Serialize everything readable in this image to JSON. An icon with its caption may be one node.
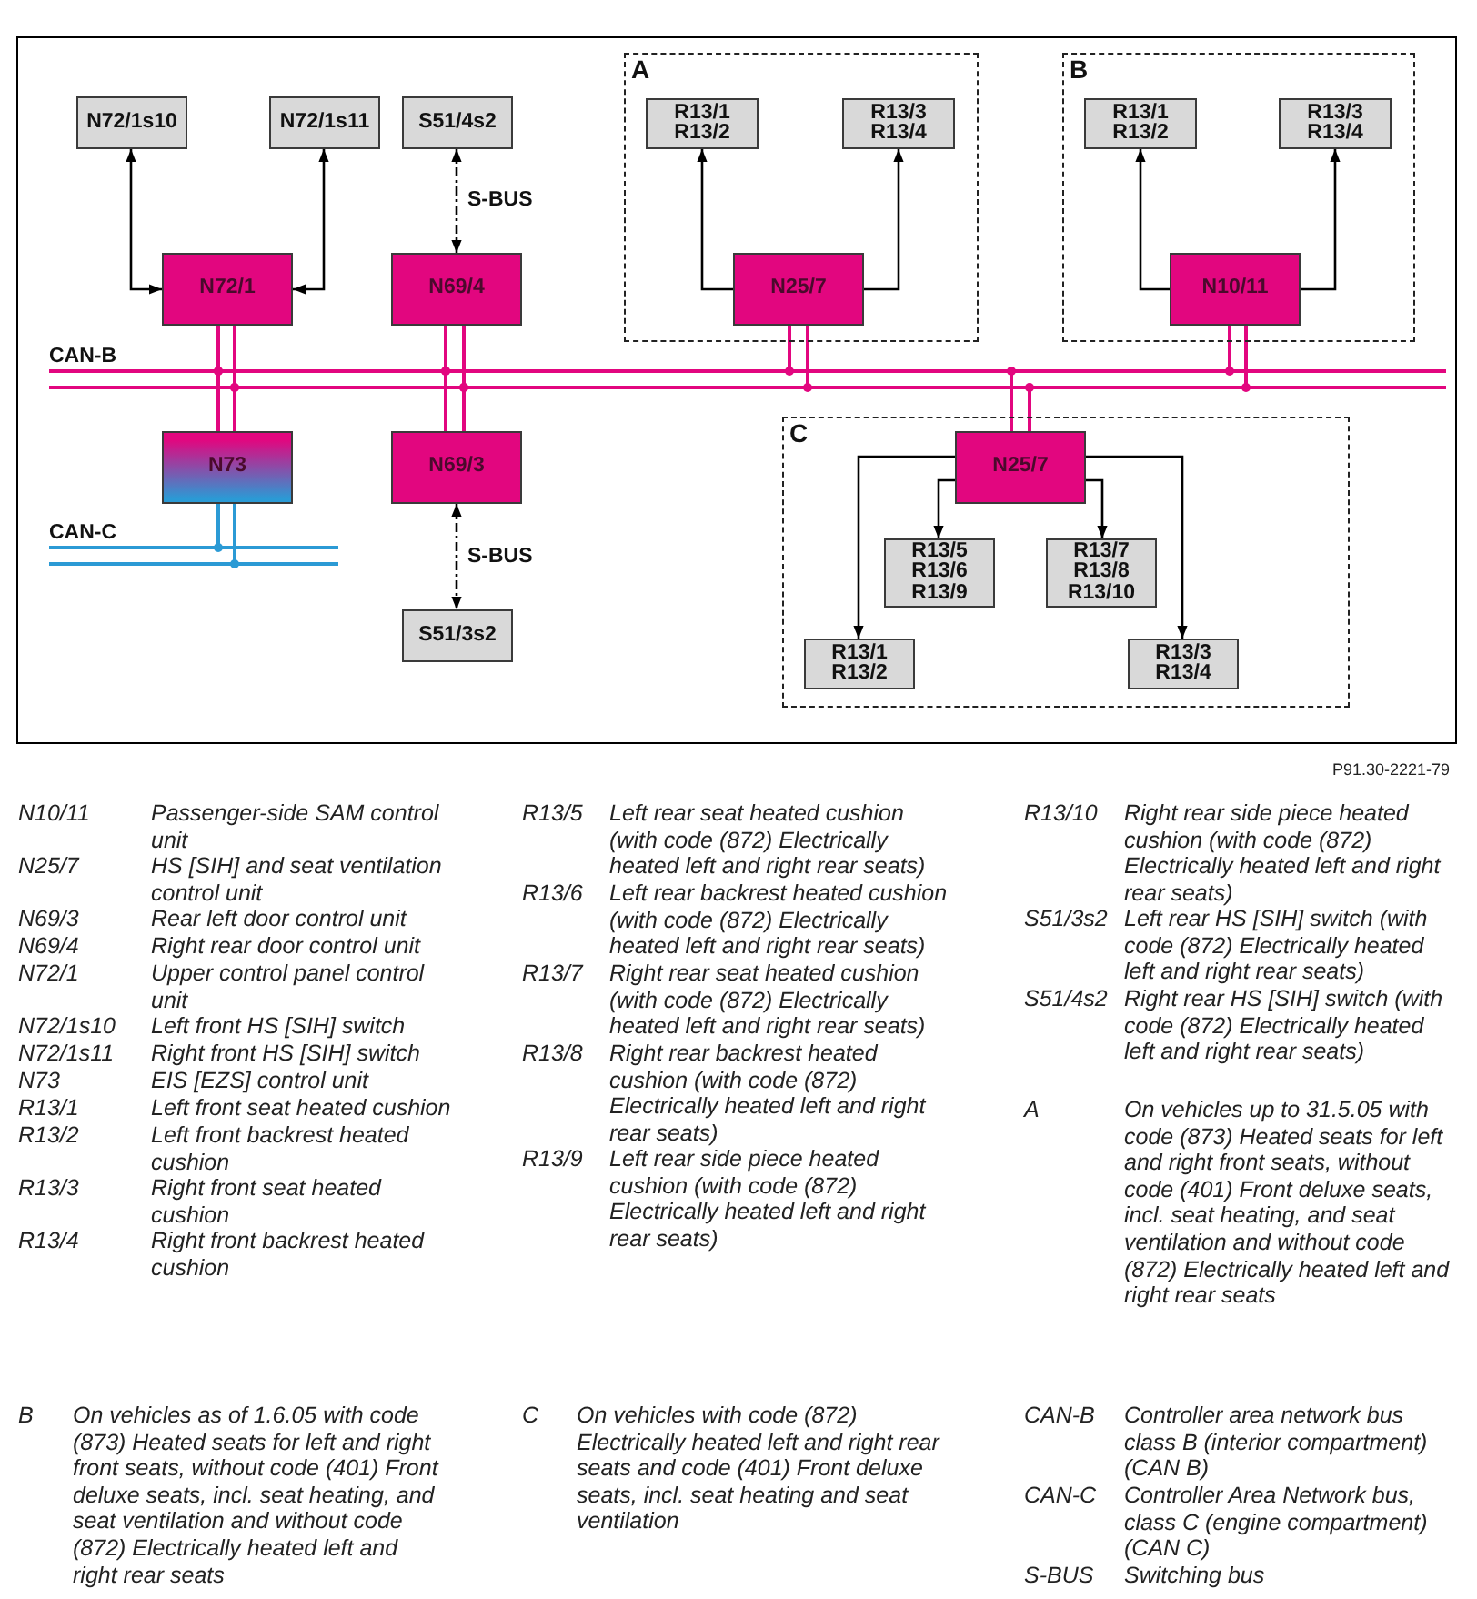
{
  "diagram": {
    "nodes": [
      {
        "text": [
          "N72/1s10"
        ]
      },
      {
        "text": [
          "N72/1s11"
        ]
      },
      {
        "text": [
          "S51/4s2"
        ]
      },
      {
        "text": [
          "A"
        ]
      },
      {
        "text": [
          "R13/1",
          "R13/2"
        ],
        "in": 3
      },
      {
        "text": [
          "R13/3",
          "R13/4"
        ],
        "in": 3
      },
      {
        "text": [
          "N25/7"
        ],
        "in": 3
      },
      {
        "text": [
          "B"
        ]
      },
      {
        "text": [
          "R13/1",
          "R13/2"
        ],
        "in": 7
      },
      {
        "text": [
          "R13/3",
          "R13/4"
        ],
        "in": 7
      },
      {
        "text": [
          "N10/11"
        ],
        "in": 7
      },
      {
        "text": [
          "N72/1"
        ]
      },
      {
        "text": [
          "N69/4"
        ]
      },
      {
        "text": [],
        "shape": "line",
        "beside": [
          "CAN-B"
        ]
      },
      {
        "text": [
          "N73"
        ]
      },
      {
        "text": [
          "N69/3"
        ]
      },
      {
        "text": [],
        "shape": "line",
        "beside": [
          "CAN-C"
        ]
      },
      {
        "text": [
          "S51/3s2"
        ]
      },
      {
        "text": [
          "C"
        ]
      },
      {
        "text": [
          "N25/7"
        ],
        "in": 18
      },
      {
        "text": [
          "R13/5",
          "R13/6",
          "R13/9"
        ],
        "in": 18
      },
      {
        "text": [
          "R13/7",
          "R13/8",
          "R13/10"
        ],
        "in": 18
      },
      {
        "text": [
          "R13/1",
          "R13/2"
        ],
        "in": 18
      },
      {
        "text": [
          "R13/3",
          "R13/4"
        ],
        "in": 18
      }
    ],
    "edges": [
      {
        "from": 11,
        "to": 0,
        "arrow": "both",
        "color": "#000000"
      },
      {
        "from": 11,
        "to": 1,
        "arrow": "both",
        "color": "#000000"
      },
      {
        "from": 12,
        "to": 2,
        "arrow": "both",
        "style": "dashed",
        "label": "S-BUS",
        "color": "#000000"
      },
      {
        "from": 6,
        "to": 4,
        "arrow": "to",
        "color": "#000000"
      },
      {
        "from": 6,
        "to": 5,
        "arrow": "to",
        "color": "#000000"
      },
      {
        "from": 10,
        "to": 8,
        "arrow": "to",
        "color": "#000000"
      },
      {
        "from": 10,
        "to": 9,
        "arrow": "to",
        "color": "#000000"
      },
      {
        "from": 11,
        "to": 13,
        "arrow": "other"
      },
      {
        "from": 11,
        "to": 13,
        "arrow": "other"
      },
      {
        "from": 12,
        "to": 13,
        "arrow": "other"
      },
      {
        "from": 12,
        "to": 13,
        "arrow": "other"
      },
      {
        "from": 6,
        "to": 13,
        "arrow": "other"
      },
      {
        "from": 6,
        "to": 13,
        "arrow": "other"
      },
      {
        "from": 10,
        "to": 13,
        "arrow": "other"
      },
      {
        "from": 10,
        "to": 13,
        "arrow": "other"
      },
      {
        "from": 14,
        "to": 13,
        "arrow": "other"
      },
      {
        "from": 14,
        "to": 13,
        "arrow": "other"
      },
      {
        "from": 15,
        "to": 13,
        "arrow": "other"
      },
      {
        "from": 15,
        "to": 13,
        "arrow": "other"
      },
      {
        "from": 19,
        "to": 13,
        "arrow": "other"
      },
      {
        "from": 19,
        "to": 13,
        "arrow": "other"
      },
      {
        "from": 14,
        "to": 16,
        "arrow": "other",
        "color": "#2b9ad5"
      },
      {
        "from": 14,
        "to": 16,
        "arrow": "other",
        "color": "#2b9ad5"
      },
      {
        "from": 15,
        "to": 17,
        "arrow": "both",
        "style": "dashed",
        "label": "S-BUS",
        "color": "#000000"
      },
      {
        "from": 19,
        "to": 20,
        "arrow": "to",
        "color": "#000000"
      },
      {
        "from": 19,
        "to": 21,
        "arrow": "to",
        "color": "#000000"
      },
      {
        "from": 19,
        "to": 22,
        "arrow": "to",
        "color": "#000000"
      },
      {
        "from": 19,
        "to": 23,
        "arrow": "to",
        "color": "#000000"
      }
    ],
    "labels": [
      "P91.30-2221-79",
      "N10/11",
      "Passenger-side SAM control unit",
      "N25/7",
      "HS [SIH] and seat ventilation control unit",
      "N69/3",
      "Rear left door control unit",
      "N69/4",
      "Right rear door control unit",
      "N72/1",
      "Upper control panel control unit",
      "N72/1s10",
      "Left front HS [SIH] switch",
      "N72/1s11",
      "Right front HS [SIH] switch",
      "N73",
      "EIS [EZS] control unit",
      "R13/1",
      "Left front seat heated cushion",
      "R13/2",
      "Left front backrest heated cushion",
      "R13/3",
      "Right front seat heated cushion",
      "R13/4",
      "Right front backrest heated cushion",
      "R13/5",
      "Left rear seat heated cushion (with code (872) Electrically heated left and right rear seats)",
      "R13/6",
      "Left rear backrest heated cushion (with code (872) Electrically heated left and right rear seats)",
      "R13/7",
      "Right rear seat heated cushion (with code (872) Electrically heated left and right rear seats)",
      "R13/8",
      "Right rear backrest heated cushion (with code (872) Electrically heated left and right rear seats)",
      "R13/9",
      "Left rear side piece heated cushion (with code (872) Electrically heated left and right rear seats)",
      "R13/10",
      "Right rear side piece heated cushion (with code (872) Electrically heated left and right rear seats)",
      "S51/3s2",
      "Left rear HS [SIH] switch (with code (872) Electrically heated left and right rear seats)",
      "S51/4s2",
      "Right rear HS [SIH] switch (with code (872) Electrically heated left and right rear seats)",
      "A",
      "On vehicles up to 31.5.05 with code (873) Heated seats for left and right front seats, without code (401) Front deluxe seats, incl. seat heating, and seat ventilation and without code (872) Electrically heated left and right rear seats",
      "B",
      "On vehicles as of 1.6.05 with code (873) Heated seats for left and right front seats, without code (401) Front deluxe seats, incl. seat heating, and seat ventilation and without code (872) Electrically heated left and right rear seats",
      "C",
      "On vehicles with code (872) Electrically heated left and right rear seats and code (401) Front deluxe seats, incl. seat heating and seat ventilation",
      "CAN-B",
      "Controller area network bus class B (interior compartment) (CAN B)",
      "CAN-C",
      "Controller Area Network bus, class C (engine compartment) (CAN C)",
      "S-BUS",
      "Switching bus"
    ]
  }
}
